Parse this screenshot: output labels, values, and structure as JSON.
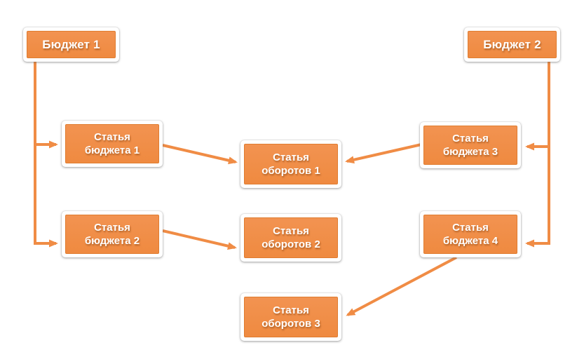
{
  "diagram": {
    "nodes": {
      "budget1": {
        "label": "Бюджет 1"
      },
      "budget2": {
        "label": "Бюджет 2"
      },
      "article1": {
        "line1": "Статья",
        "line2": "бюджета 1"
      },
      "article2": {
        "line1": "Статья",
        "line2": "бюджета 2"
      },
      "article3": {
        "line1": "Статья",
        "line2": "бюджета 3"
      },
      "article4": {
        "line1": "Статья",
        "line2": "бюджета 4"
      },
      "turnover1": {
        "line1": "Статья",
        "line2": "оборотов 1"
      },
      "turnover2": {
        "line1": "Статья",
        "line2": "оборотов 2"
      },
      "turnover3": {
        "line1": "Статья",
        "line2": "оборотов 3"
      }
    },
    "edges": [
      {
        "from": "Бюджет 1",
        "to": "Статья бюджета 1"
      },
      {
        "from": "Бюджет 1",
        "to": "Статья бюджета 2"
      },
      {
        "from": "Бюджет 2",
        "to": "Статья бюджета 3"
      },
      {
        "from": "Бюджет 2",
        "to": "Статья бюджета 4"
      },
      {
        "from": "Статья бюджета 1",
        "to": "Статья оборотов 1"
      },
      {
        "from": "Статья бюджета 3",
        "to": "Статья оборотов 1"
      },
      {
        "from": "Статья бюджета 2",
        "to": "Статья оборотов 2"
      },
      {
        "from": "Статья бюджета 4",
        "to": "Статья оборотов 3"
      }
    ],
    "colors": {
      "node_fill": "#F08C45",
      "node_border": "#DF7C30",
      "node_frame": "#FFFFFF",
      "arrow": "#F08C45",
      "text": "#FFFFFF",
      "background": "#FFFFFF"
    }
  }
}
